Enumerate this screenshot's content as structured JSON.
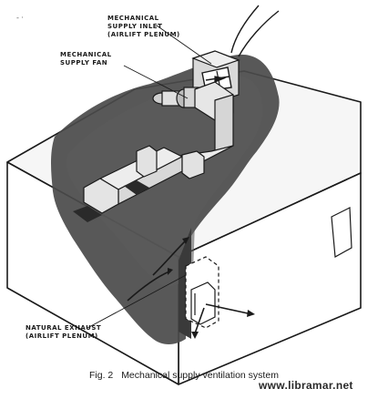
{
  "labels": {
    "supply_inlet": [
      "MECHANICAL",
      "SUPPLY INLET",
      "(AIRLIFT PLENUM)"
    ],
    "supply_fan": [
      "MECHANICAL",
      "SUPPLY FAN"
    ],
    "natural_exhaust": [
      "NATURAL EXHAUST",
      "(AIRLIFT PLENUM)"
    ]
  },
  "caption": {
    "number": "Fig. 2",
    "text": "Mechanical supply ventilation system"
  },
  "watermark": "www.libramar.net"
}
